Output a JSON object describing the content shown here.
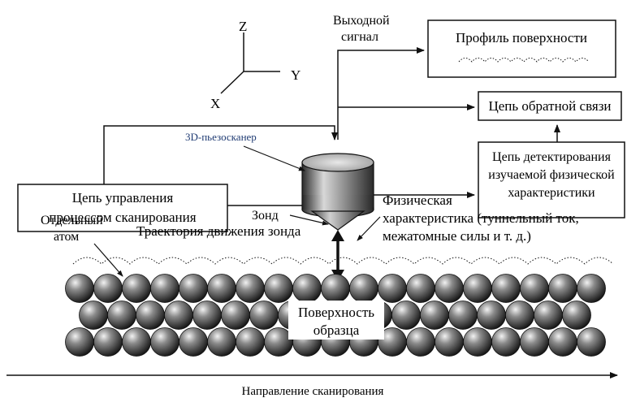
{
  "axes": {
    "z": "Z",
    "y": "Y",
    "x": "X"
  },
  "labels": {
    "output_signal_line1": "Выходной",
    "output_signal_line2": "сигнал",
    "surface_profile": "Профиль поверхности",
    "feedback_circuit": "Цепь обратной связи",
    "detection_line1": "Цепь детектирования",
    "detection_line2": "изучаемой физической",
    "detection_line3": "характеристики",
    "control_line1": "Цепь управления",
    "control_line2": "процессом сканирования",
    "piezoscanner": "3D-пьезосканер",
    "probe": "Зонд",
    "physical_line1": "Физическая",
    "physical_line2": "характеристика (туннельный ток,",
    "physical_line3": "межатомные силы и т. д.)",
    "single_atom_line1": "Отдельный",
    "single_atom_line2": "атом",
    "probe_trajectory": "Траектория движения зонда",
    "sample_surface_line1": "Поверхность",
    "sample_surface_line2": "образца",
    "scan_direction": "Направление сканирования"
  },
  "colors": {
    "ink": "#111111",
    "piezoscanner_label": "#1f3b73",
    "atom_highlight": "#f2f2f2",
    "atom_shadow": "#111111"
  },
  "atoms": {
    "rows": 3,
    "per_row": [
      19,
      18,
      19
    ]
  }
}
